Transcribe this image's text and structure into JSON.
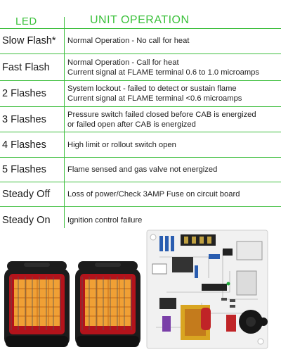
{
  "header": {
    "led": "LED",
    "operation": "UNIT OPERATION"
  },
  "rows": [
    {
      "led": "Slow Flash*",
      "lines": [
        "Normal Operation - No call for heat"
      ]
    },
    {
      "led": "Fast Flash",
      "lines": [
        "Normal Operation - Call for heat",
        "Current signal at FLAME terminal 0.6 to 1.0 microamps"
      ]
    },
    {
      "led": "2 Flashes",
      "lines": [
        "System lockout - failed to detect or sustain flame",
        "Current signal at FLAME terminal <0.6 microamps"
      ]
    },
    {
      "led": "3 Flashes",
      "lines": [
        "Pressure switch failed closed before CAB is energized",
        "or failed open after CAB is energized"
      ]
    },
    {
      "led": "4 Flashes",
      "lines": [
        "High limit or rollout switch open"
      ]
    },
    {
      "led": "5 Flashes",
      "lines": [
        "Flame sensed and gas valve not energized"
      ]
    },
    {
      "led": "Steady Off",
      "lines": [
        "Loss of power/Check 3AMP Fuse on circuit board"
      ]
    },
    {
      "led": "Steady On",
      "lines": [
        "Ignition control failure"
      ]
    }
  ],
  "colors": {
    "accent": "#3cc13c",
    "heater_body": "#1c1c1c",
    "heater_red": "#b3131b",
    "board": "#f1f1f1"
  }
}
